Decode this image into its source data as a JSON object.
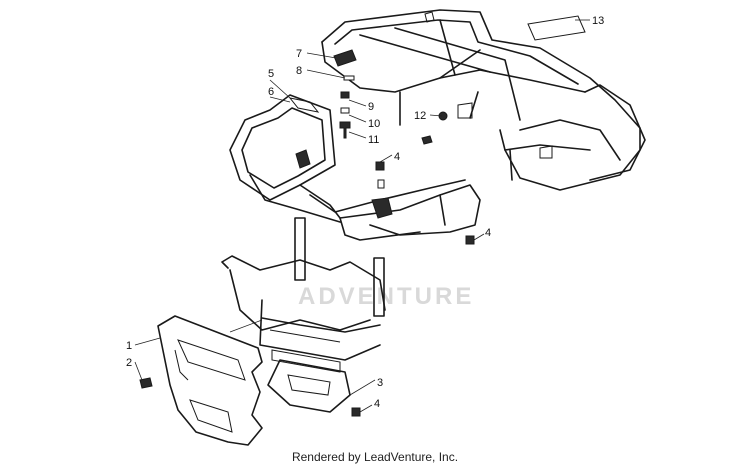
{
  "watermark": "ADVENTURE",
  "footer": "Rendered by LeadVenture, Inc.",
  "callouts": [
    "13",
    "7",
    "8",
    "5",
    "6",
    "9",
    "10",
    "11",
    "12",
    "4",
    "4",
    "1",
    "2",
    "3",
    "4"
  ]
}
